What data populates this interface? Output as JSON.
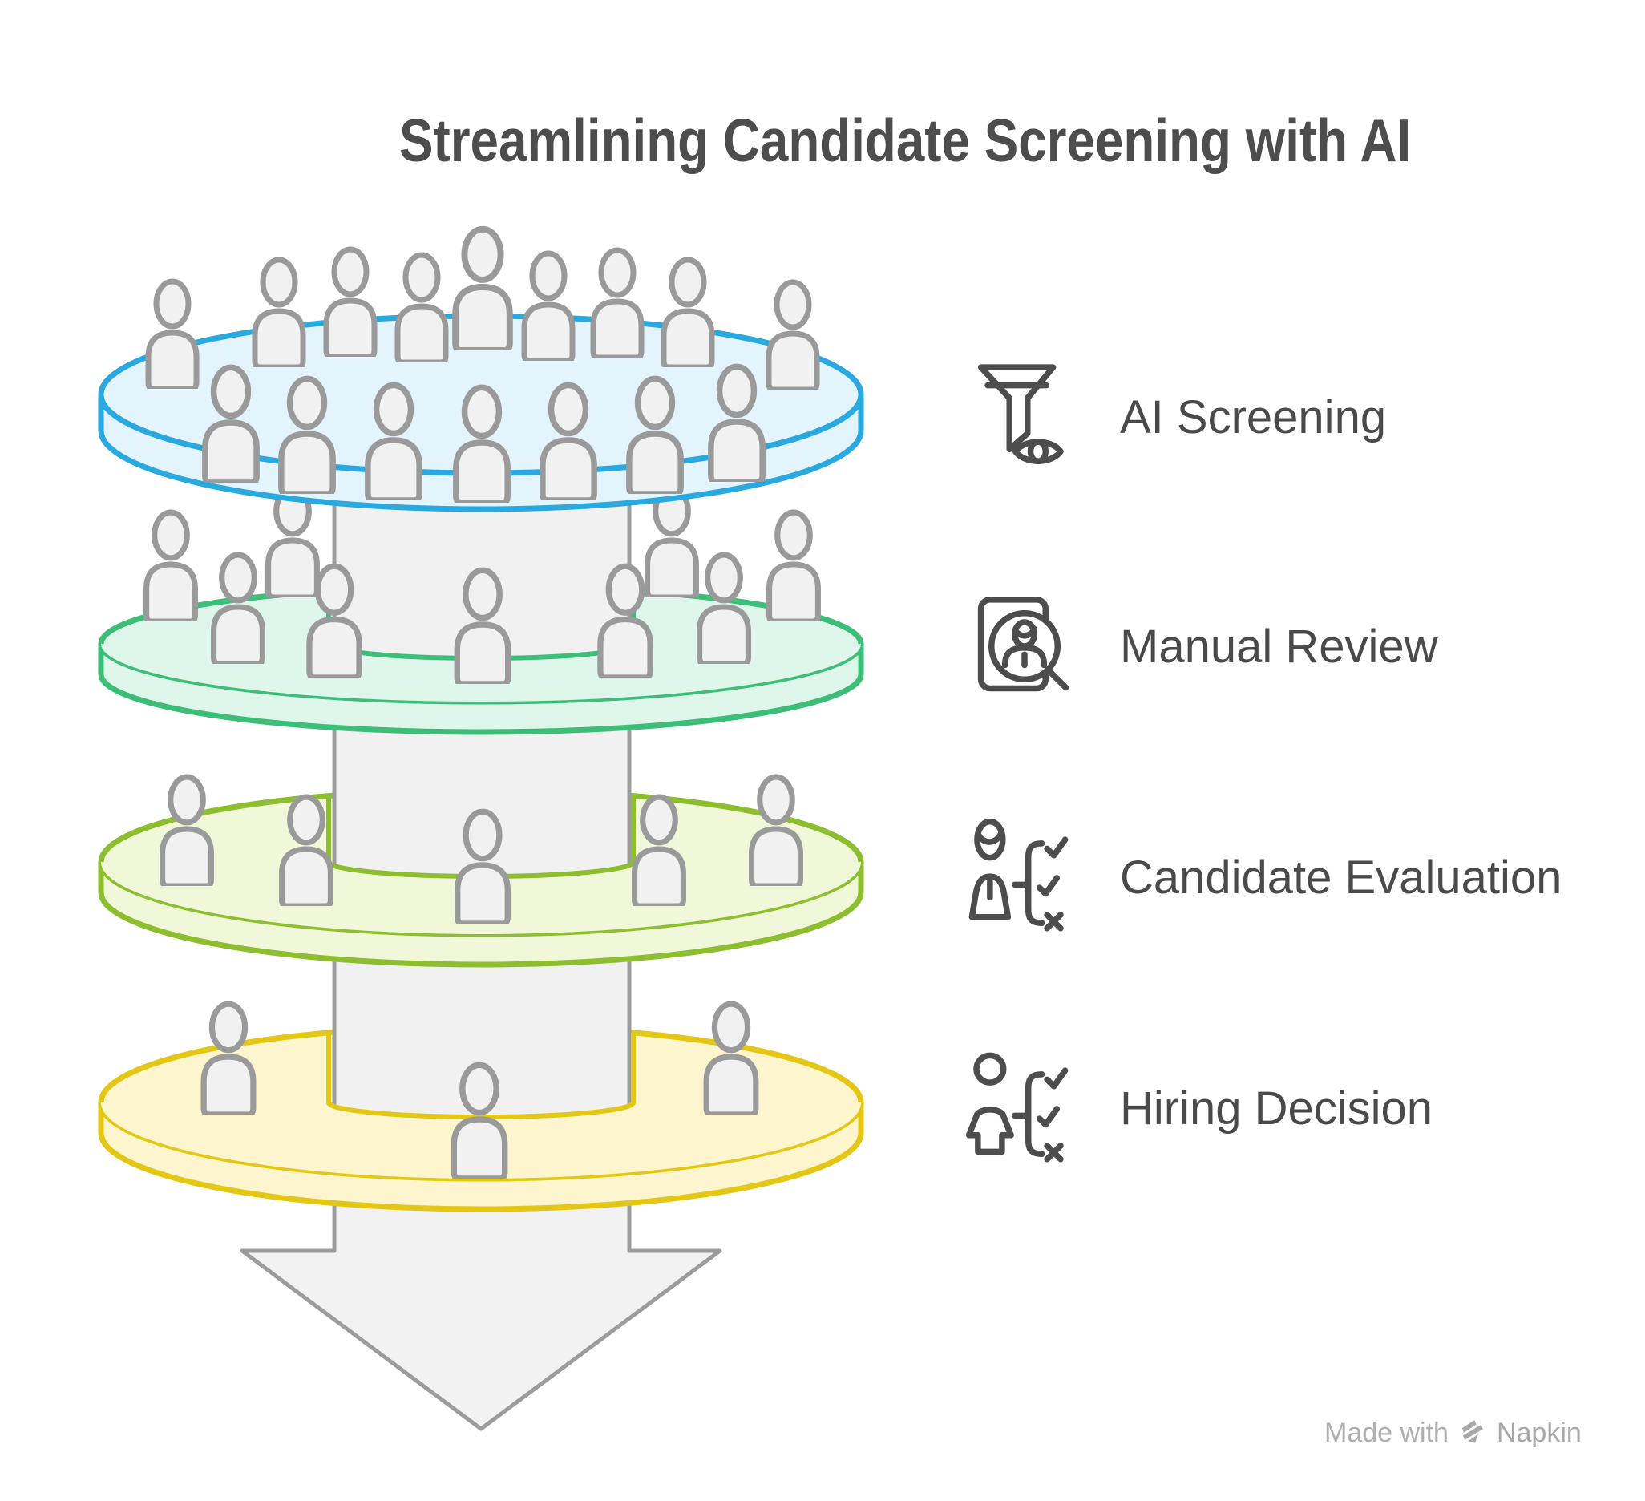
{
  "title": "Streamlining Candidate Screening with AI",
  "legend": {
    "items": [
      {
        "label": "AI Screening",
        "icon": "funnel-eye-icon"
      },
      {
        "label": "Manual Review",
        "icon": "resume-magnifier-icon"
      },
      {
        "label": "Candidate Evaluation",
        "icon": "person-checklist-icon"
      },
      {
        "label": "Hiring Decision",
        "icon": "person-checklist-icon"
      }
    ]
  },
  "funnel": {
    "arrow_direction": "down",
    "stages": [
      {
        "name": "AI Screening",
        "people_count": 16,
        "stroke": "#29A9E0",
        "fill": "#E4F4FC"
      },
      {
        "name": "Manual Review",
        "people_count": 9,
        "stroke": "#3DBE78",
        "fill": "#DFF6EA"
      },
      {
        "name": "Candidate Evaluation",
        "people_count": 5,
        "stroke": "#8CBE2F",
        "fill": "#F1F8D9"
      },
      {
        "name": "Hiring Decision",
        "people_count": 3,
        "stroke": "#E3C714",
        "fill": "#FCF5CE"
      }
    ]
  },
  "footer": {
    "made_with": "Made with",
    "brand": "Napkin"
  }
}
